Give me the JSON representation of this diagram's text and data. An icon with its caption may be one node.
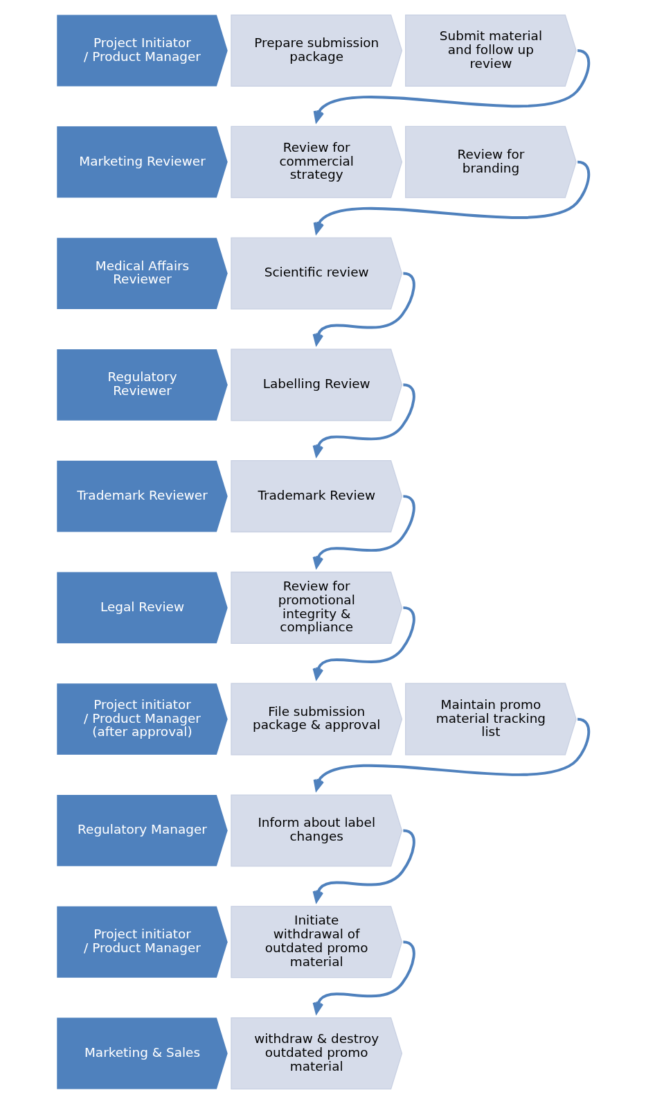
{
  "diagram": {
    "nodes": [
      {
        "text": [
          "Project Initiator / Product Manager"
        ]
      },
      {
        "text": [
          "Prepare submission package"
        ]
      },
      {
        "text": [
          "Submit material and follow up review"
        ]
      },
      {
        "text": [
          "Marketing Reviewer"
        ]
      },
      {
        "text": [
          "Review for commercial strategy"
        ]
      },
      {
        "text": [
          "Review for branding"
        ]
      },
      {
        "text": [
          "Medical Affairs Reviewer"
        ]
      },
      {
        "text": [
          "Scientific review"
        ]
      },
      {
        "text": [
          "Regulatory Reviewer"
        ]
      },
      {
        "text": [
          "Labelling Review"
        ]
      },
      {
        "text": [
          "Trademark Reviewer"
        ]
      },
      {
        "text": [
          "Trademark Review"
        ]
      },
      {
        "text": [
          "Legal Review"
        ]
      },
      {
        "text": [
          "Review for promotional integrity & compliance"
        ]
      },
      {
        "text": [
          "Project initiator / Product Manager (after approval)"
        ]
      },
      {
        "text": [
          "File submission package & approval"
        ]
      },
      {
        "text": [
          "Maintain promo material tracking list"
        ]
      },
      {
        "text": [
          "Regulatory Manager"
        ]
      },
      {
        "text": [
          "Inform about label changes"
        ]
      },
      {
        "text": [
          "Project initiator / Product Manager"
        ]
      },
      {
        "text": [
          "Initiate withdrawal of outdated promo material"
        ]
      },
      {
        "text": [
          "Marketing & Sales"
        ]
      },
      {
        "text": [
          "withdraw & destroy outdated promo material"
        ]
      }
    ],
    "edges": [
      {
        "from": 2,
        "to": 4,
        "arrow": "to"
      },
      {
        "from": 5,
        "to": 7,
        "arrow": "to"
      },
      {
        "from": 7,
        "to": 9,
        "arrow": "to"
      },
      {
        "from": 9,
        "to": 11,
        "arrow": "to"
      },
      {
        "from": 11,
        "to": 13,
        "arrow": "to"
      },
      {
        "from": 13,
        "to": 15,
        "arrow": "to"
      },
      {
        "from": 16,
        "to": 18,
        "arrow": "to"
      },
      {
        "from": 18,
        "to": 20,
        "arrow": "to"
      },
      {
        "from": 20,
        "to": 22,
        "arrow": "to"
      }
    ]
  }
}
